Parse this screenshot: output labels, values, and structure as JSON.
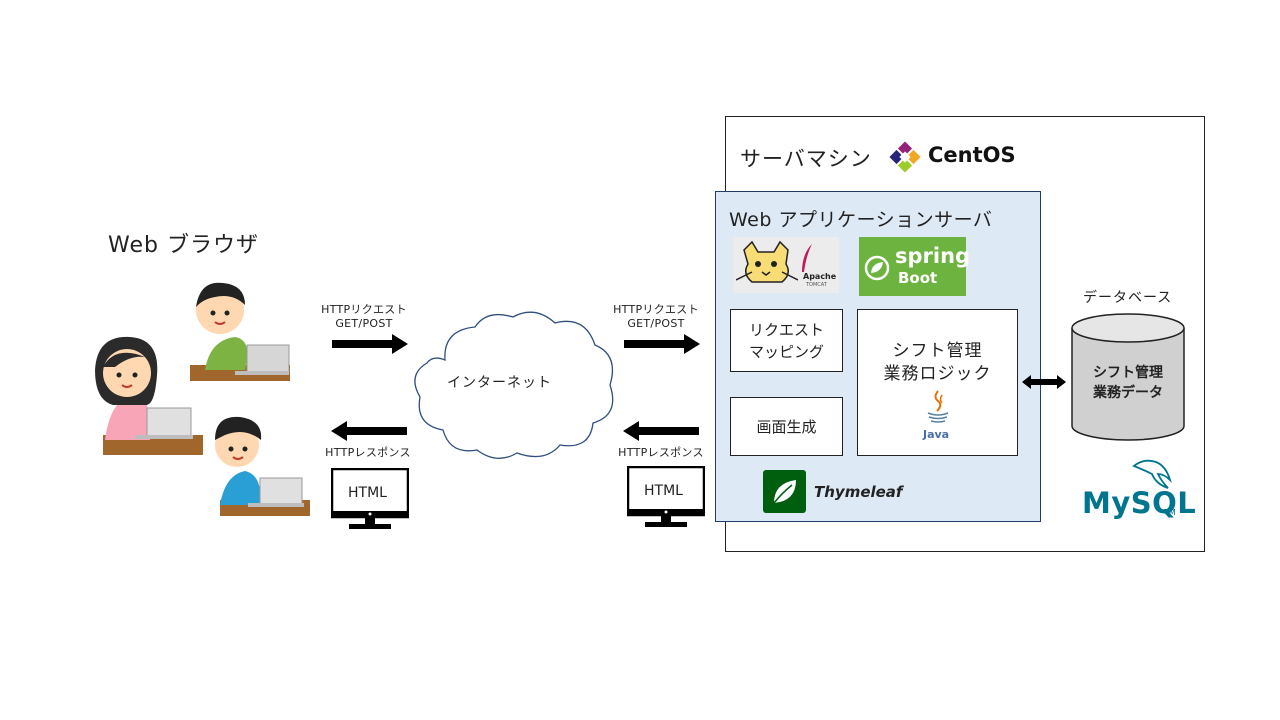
{
  "browser": {
    "title": "Web ブラウザ"
  },
  "arrows": {
    "left_request": "HTTPリクエスト\nGET/POST",
    "left_response": "HTTPレスポンス",
    "right_request": "HTTPリクエスト\nGET/POST",
    "right_response": "HTTPレスポンス"
  },
  "internet": {
    "label": "インターネット"
  },
  "monitor": {
    "label": "HTML"
  },
  "server": {
    "title": "サーバマシン",
    "os_logo": "CentOS"
  },
  "web_app_server": {
    "title": "Web アプリケーションサーバ",
    "tomcat_logo": "Apache",
    "tomcat_sub": "TOMCAT",
    "spring_logo": "spring",
    "spring_sub": "Boot",
    "request_mapping": "リクエスト\nマッピング",
    "screen_generation": "画面生成",
    "business_logic": "シフト管理\n業務ロジック",
    "java_logo": "Java",
    "thymeleaf_logo": "Thymeleaf"
  },
  "database": {
    "label": "データベース",
    "content": "シフト管理\n業務データ",
    "mysql_logo": "MySQL",
    "mysql_tm": "TM"
  },
  "colors": {
    "spring_green": "#6db33f",
    "thymeleaf_green": "#005f0f",
    "webapp_bg": "#dde9f5",
    "mysql_blue": "#00758f",
    "arrow": "#000000"
  }
}
